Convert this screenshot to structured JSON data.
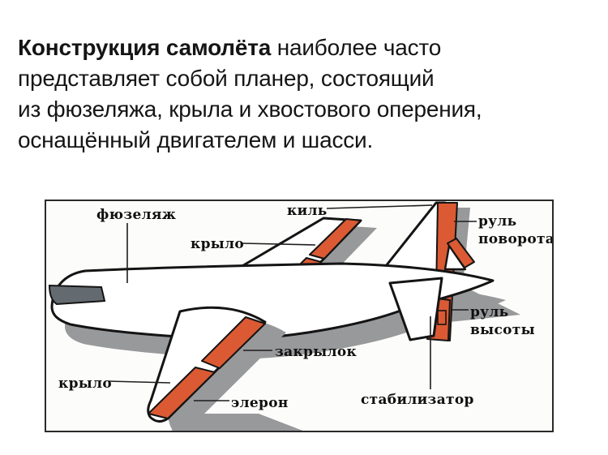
{
  "slide": {
    "intro": {
      "lead_bold": "Конструкция самолёта",
      "line1_rest": " наиболее часто",
      "line2": "представляет собой планер, состоящий",
      "line3": "из фюзеляжа, крыла и хвостового оперения,",
      "line4": "оснащённый двигателем и шасси."
    },
    "diagram": {
      "labels": {
        "fuselage": "фюзеляж",
        "wing_top": "крыло",
        "fin": "киль",
        "rudder_l1": "руль",
        "rudder_l2": "поворота",
        "elevator_l1": "руль",
        "elevator_l2": "высоты",
        "flap": "закрылок",
        "wing_bottom": "крыло",
        "aileron": "элерон",
        "stabilizer": "стабилизатор"
      },
      "colors": {
        "orange": "#db5a33",
        "shadow": "#98999b",
        "nose": "#636a70",
        "outline": "#141414",
        "bg": "#fcfcfa"
      }
    }
  }
}
